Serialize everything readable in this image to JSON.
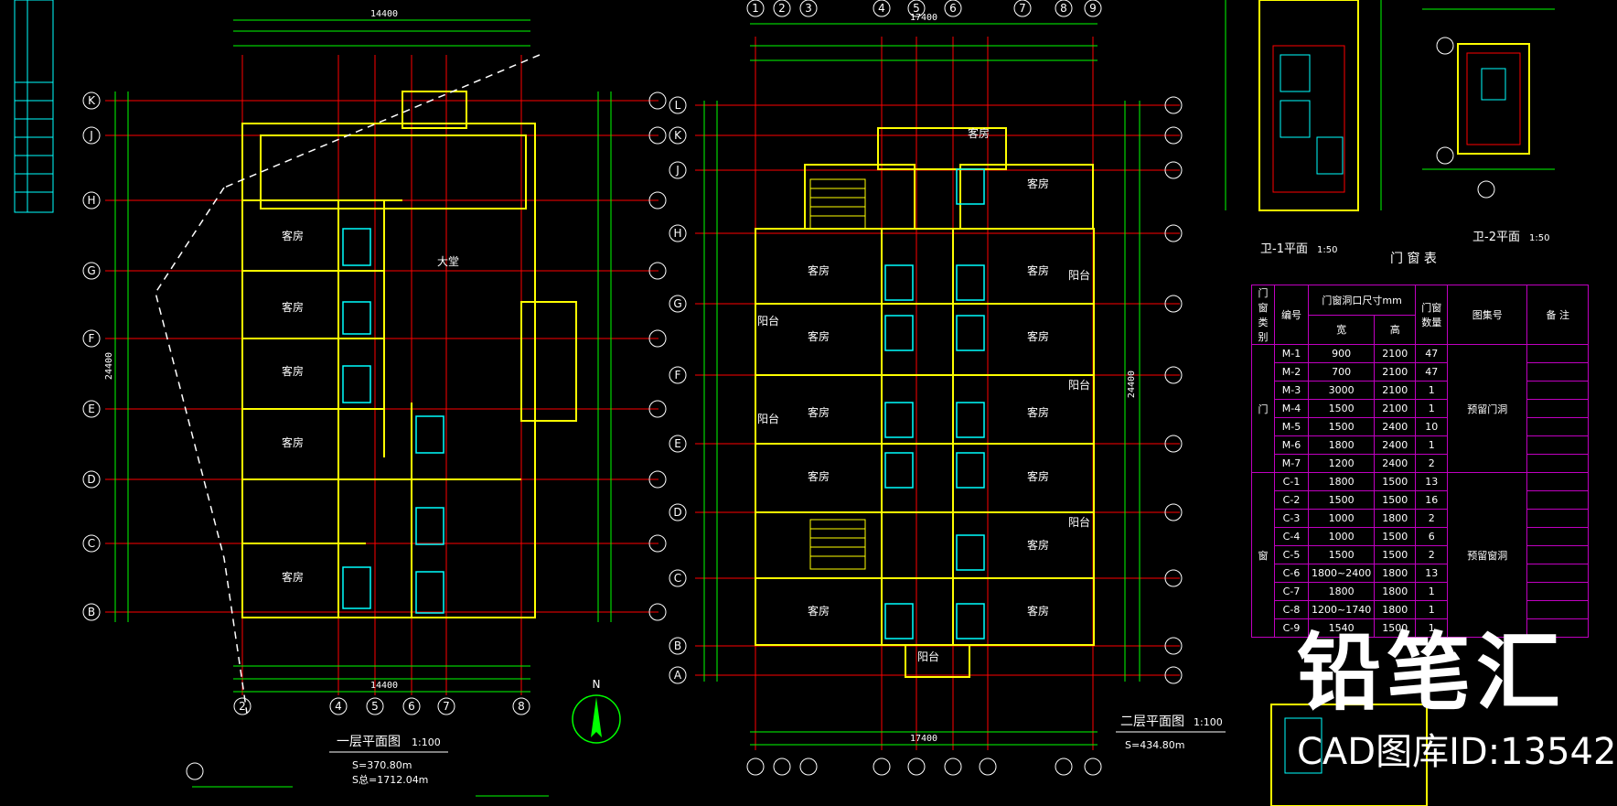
{
  "watermark": {
    "brand": "铅笔汇",
    "id_text": "CAD图库ID:13542"
  },
  "plan1": {
    "title": "一层平面图",
    "scale": "1:100",
    "area": "S=370.80m",
    "area2": "S总=1712.04m"
  },
  "plan2": {
    "title": "二层平面图",
    "scale": "1:100",
    "area": "S=434.80m"
  },
  "detail1": {
    "title": "卫-1平面",
    "scale": "1:50"
  },
  "detail2": {
    "title": "卫-2平面",
    "scale": "1:50"
  },
  "table": {
    "title": "门 窗 表",
    "headers": {
      "category": "门窗类别",
      "code": "编号",
      "size": "门窗洞口尺寸mm",
      "width": "宽",
      "height": "高",
      "count": "门窗数量",
      "atlas": "图集号",
      "note": "备 注"
    },
    "door_group": "门",
    "window_group": "窗",
    "door_atlas": "预留门洞",
    "window_atlas": "预留窗洞",
    "rows": [
      {
        "code": "M-1",
        "w": "900",
        "h": "2100",
        "n": "47"
      },
      {
        "code": "M-2",
        "w": "700",
        "h": "2100",
        "n": "47"
      },
      {
        "code": "M-3",
        "w": "3000",
        "h": "2100",
        "n": "1"
      },
      {
        "code": "M-4",
        "w": "1500",
        "h": "2100",
        "n": "1"
      },
      {
        "code": "M-5",
        "w": "1500",
        "h": "2400",
        "n": "10"
      },
      {
        "code": "M-6",
        "w": "1800",
        "h": "2400",
        "n": "1"
      },
      {
        "code": "M-7",
        "w": "1200",
        "h": "2400",
        "n": "2"
      },
      {
        "code": "C-1",
        "w": "1800",
        "h": "1500",
        "n": "13"
      },
      {
        "code": "C-2",
        "w": "1500",
        "h": "1500",
        "n": "16"
      },
      {
        "code": "C-3",
        "w": "1000",
        "h": "1800",
        "n": "2"
      },
      {
        "code": "C-4",
        "w": "1000",
        "h": "1500",
        "n": "6"
      },
      {
        "code": "C-5",
        "w": "1500",
        "h": "1500",
        "n": "2"
      },
      {
        "code": "C-6",
        "w": "1800~2400",
        "h": "1800",
        "n": "13"
      },
      {
        "code": "C-7",
        "w": "1800",
        "h": "1800",
        "n": "1"
      },
      {
        "code": "C-8",
        "w": "1200~1740",
        "h": "1800",
        "n": "1"
      },
      {
        "code": "C-9",
        "w": "1540",
        "h": "1500",
        "n": "1"
      }
    ]
  },
  "room_labels": {
    "guest": "客房",
    "hall": "大堂",
    "balcony": "阳台",
    "north": "N"
  },
  "grid_rows_left": [
    "K",
    "J",
    "H",
    "G",
    "F",
    "E",
    "D",
    "C",
    "B"
  ],
  "grid_rows_right": [
    "L",
    "K",
    "J",
    "H",
    "G",
    "F",
    "E",
    "D",
    "C",
    "B",
    "A"
  ],
  "grid_cols_top": [
    "1",
    "2",
    "3",
    "4",
    "5",
    "6",
    "7",
    "8",
    "9"
  ],
  "grid_cols_bottom1": [
    "2",
    "4",
    "5",
    "6",
    "7",
    "8"
  ],
  "dims": {
    "total_w1": "14400",
    "total_w2": "17400",
    "total_h": "24400"
  },
  "colors": {
    "axis": "#ff0000",
    "grid": "#00ff00",
    "wall": "#ffff00",
    "door": "#00ffff",
    "table_border": "#c000c0"
  }
}
